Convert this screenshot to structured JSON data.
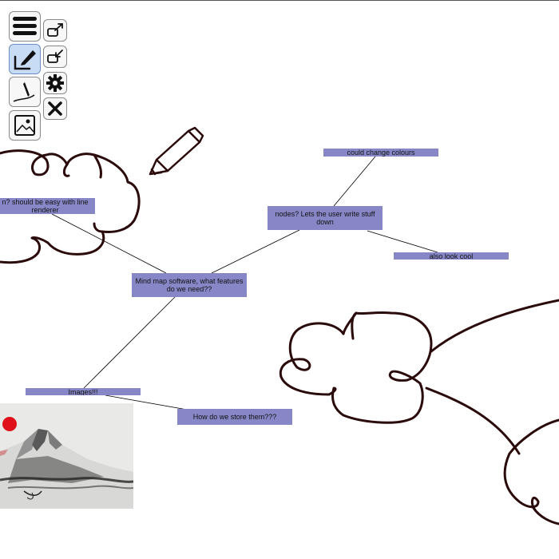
{
  "toolbar": {
    "menu_icon": "hamburger-menu-icon",
    "draw_mode_icon": "pencil-icon",
    "pen_icon": "pen-stroke-icon",
    "image_icon": "image-icon",
    "export_icon": "export-icon",
    "import_icon": "import-icon",
    "settings_icon": "gear-icon",
    "close_icon": "close-icon",
    "active_tool": "draw"
  },
  "nodes": [
    {
      "id": "central",
      "text": "Mind map software, what features do we need??"
    },
    {
      "id": "nodes",
      "text": "nodes? Lets the user write stuff down"
    },
    {
      "id": "colours",
      "text": "could change colours"
    },
    {
      "id": "cool",
      "text": "also look cool"
    },
    {
      "id": "lines",
      "text": "n? should be easy with line renderer"
    },
    {
      "id": "images",
      "text": "Images!!!"
    },
    {
      "id": "store",
      "text": "How do we store them???"
    }
  ],
  "colors": {
    "node_fill": "#8787c7",
    "ink": "#2a0a0a",
    "connector": "#000000",
    "active_tool_bg": "#c9dcf5"
  },
  "image_node": {
    "description_icon": "mountain-photo-icon"
  }
}
